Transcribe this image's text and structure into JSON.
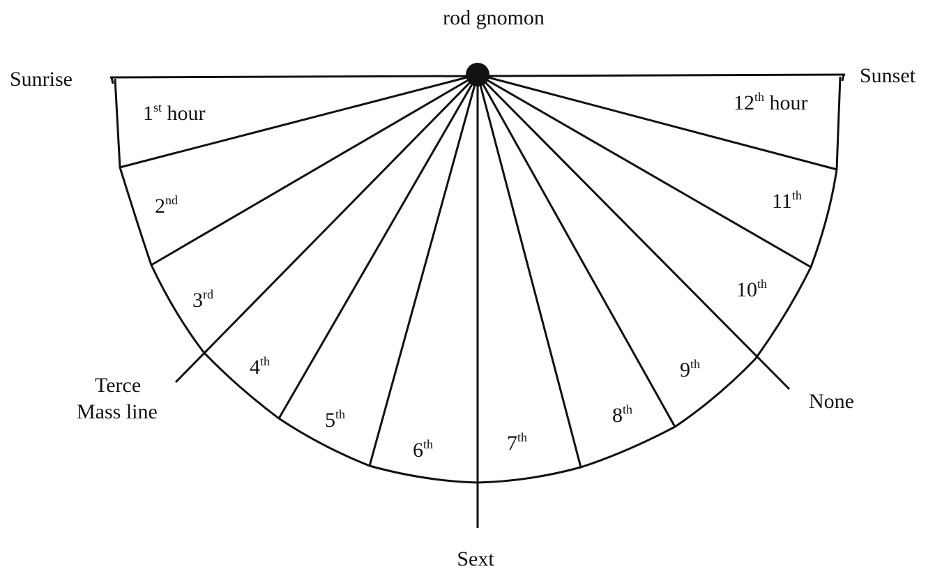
{
  "gnomon_label": "rod gnomon",
  "edge_labels": {
    "sunrise": "Sunrise",
    "sunset": "Sunset",
    "terce_line1": "Terce",
    "terce_line2": "Mass line",
    "sext": "Sext",
    "none": "None"
  },
  "hours": [
    {
      "num": "1",
      "suf": "st",
      "extra": " hour"
    },
    {
      "num": "2",
      "suf": "nd",
      "extra": ""
    },
    {
      "num": "3",
      "suf": "rd",
      "extra": ""
    },
    {
      "num": "4",
      "suf": "th",
      "extra": ""
    },
    {
      "num": "5",
      "suf": "th",
      "extra": ""
    },
    {
      "num": "6",
      "suf": "th",
      "extra": ""
    },
    {
      "num": "7",
      "suf": "th",
      "extra": ""
    },
    {
      "num": "8",
      "suf": "th",
      "extra": ""
    },
    {
      "num": "9",
      "suf": "th",
      "extra": ""
    },
    {
      "num": "10",
      "suf": "th",
      "extra": ""
    },
    {
      "num": "11",
      "suf": "th",
      "extra": ""
    },
    {
      "num": "12",
      "suf": "th",
      "extra": " hour"
    }
  ],
  "colors": {
    "ink": "#111111",
    "background": "#ffffff"
  }
}
